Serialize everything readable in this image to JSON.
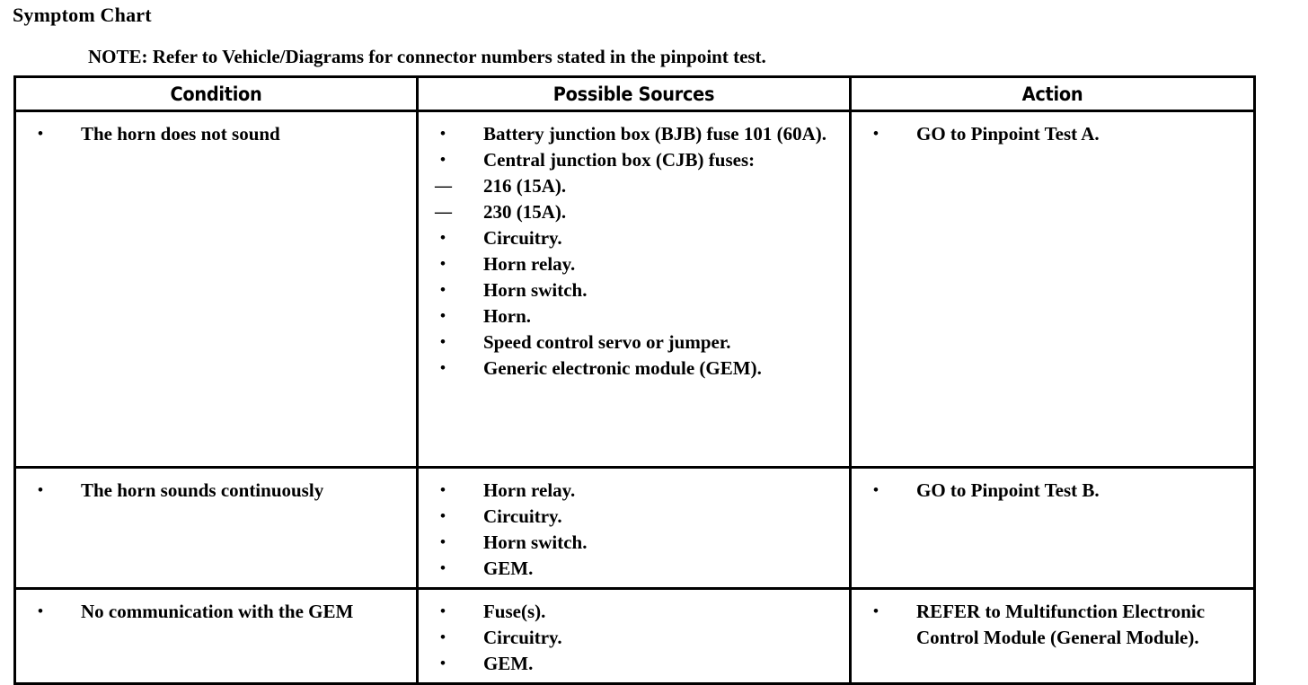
{
  "document": {
    "title": "Symptom Chart",
    "note": {
      "label": "NOTE:",
      "text": "Refer to Vehicle/Diagrams for connector numbers stated in the pinpoint test."
    }
  },
  "table": {
    "headers": {
      "condition": "Condition",
      "possible_sources": "Possible Sources",
      "action": "Action"
    },
    "rows": [
      {
        "condition": [
          "The horn does not sound"
        ],
        "possible_sources": [
          "Battery junction box (BJB) fuse 101 (60A).",
          "Central junction box (CJB) fuses:",
          "Circuitry.",
          "Horn relay.",
          "Horn switch.",
          "Horn.",
          "Speed control servo or jumper.",
          "Generic electronic module (GEM)."
        ],
        "sub_items": [
          "216 (15A).",
          "230 (15A)."
        ],
        "action": [
          "GO to Pinpoint Test A."
        ]
      },
      {
        "condition": [
          "The horn sounds continuously"
        ],
        "possible_sources": [
          "Horn relay.",
          "Circuitry.",
          "Horn switch.",
          "GEM."
        ],
        "action": [
          "GO to Pinpoint Test B."
        ]
      },
      {
        "condition": [
          "No communication with the GEM"
        ],
        "possible_sources": [
          "Fuse(s).",
          "Circuitry.",
          "GEM."
        ],
        "action": [
          "REFER to  Multifunction Electronic Control Module (General Module)."
        ]
      }
    ]
  }
}
